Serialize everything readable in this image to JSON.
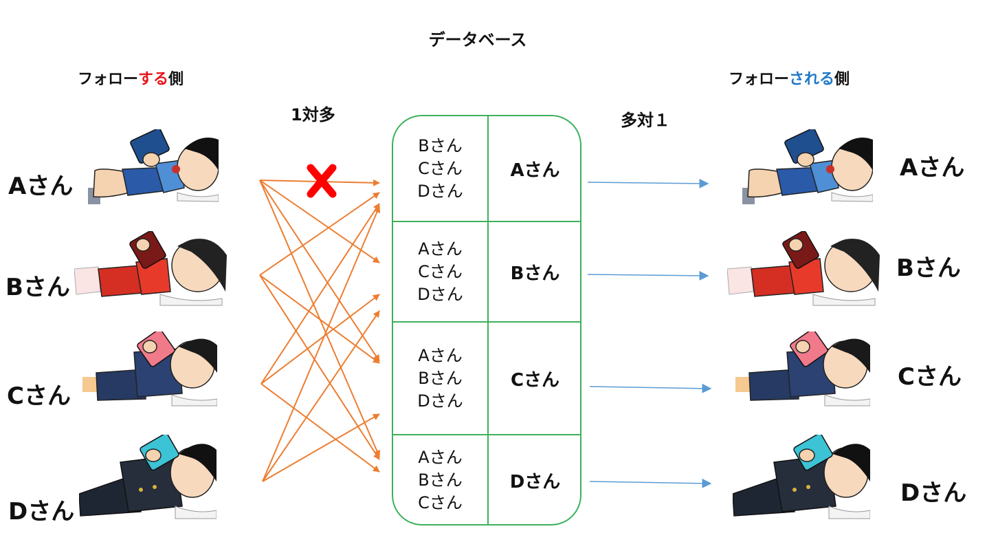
{
  "title": "データベース",
  "left_header": {
    "prefix": "フォロー",
    "highlight": "する",
    "suffix": "側",
    "highlight_color": "#e8141b"
  },
  "right_header": {
    "prefix": "フォロー",
    "highlight": "される",
    "suffix": "側",
    "highlight_color": "#1f78c8"
  },
  "left_ratio": "1対多",
  "right_ratio": "多対１",
  "left_users": [
    "Aさん",
    "Bさん",
    "Cさん",
    "Dさん"
  ],
  "right_users": [
    "Aさん",
    "Bさん",
    "Cさん",
    "Dさん"
  ],
  "database": {
    "rows": [
      {
        "followers": [
          "Bさん",
          "Cさん",
          "Dさん"
        ],
        "user": "Aさん"
      },
      {
        "followers": [
          "Aさん",
          "Cさん",
          "Dさん"
        ],
        "user": "Bさん"
      },
      {
        "followers": [
          "Aさん",
          "Bさん",
          "Dさん"
        ],
        "user": "Cさん"
      },
      {
        "followers": [
          "Aさん",
          "Bさん",
          "Cさん"
        ],
        "user": "Dさん"
      }
    ]
  },
  "colors": {
    "db_border": "#3cb05a",
    "follow_arrow": "#ed7d31",
    "followed_arrow": "#5b9bd5",
    "cross": "#ff0000"
  }
}
